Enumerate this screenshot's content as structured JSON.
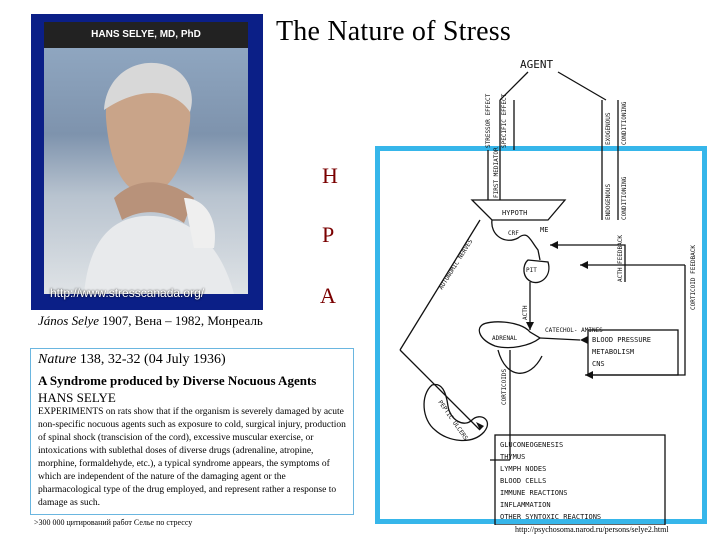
{
  "title": "The Nature of Stress",
  "photo": {
    "banner": "HANS SELYE, MD, PhD",
    "url": "http://www.stresscanada.org/"
  },
  "hpa": {
    "h": "H",
    "p": "P",
    "a": "A"
  },
  "caption": {
    "name": "János Selye",
    "rest": " 1907, Вена – 1982, Монреаль"
  },
  "citation": {
    "journal": "Nature",
    "ref": " 138, 32-32 (04 July 1936)",
    "title": "A Syndrome produced by Diverse Nocuous Agents",
    "author": "HANS SELYE",
    "body": "EXPERIMENTS on rats show that if the organism is severely damaged by acute non-specific nocuous agents such as exposure to cold, surgical injury, production of spinal shock (transcision of the cord), excessive muscular exercise, or intoxications with sublethal doses of diverse drugs (adrenaline, atropine, morphine, formaldehyde, etc.), a typical syndrome appears, the symptoms of which are independent of the nature of the damaging agent or the pharmacological type of the drug employed, and represent rather a response to damage as such.",
    "note": ">300 000 цитирований работ Селье по стрессу"
  },
  "diagram": {
    "agent": "AGENT",
    "stressor_effect": "STRESSOR EFFECT",
    "specific_effect": "SPECIFIC EFFECT",
    "exogenous": "EXOGENOUS",
    "conditioning_top": "CONDITIONING",
    "first_mediator": "FIRST MEDIATOR",
    "endogenous": "ENDOGENOUS",
    "conditioning": "CONDITIONING",
    "hypoth": "HYPOTH",
    "crf": "CRF",
    "me": "ME",
    "autonomic_nerves": "AUTONOMIC NERVES",
    "pit": "PIT",
    "acth_feedback": "ACTH FEEDBACK",
    "cortico_feedback": "CORTICOID FEEDBACK",
    "acth": "ACTH",
    "adrenal": "ADRENAL",
    "catecholamines": "CATECHOL- AMINES",
    "bp_lines": [
      "BLOOD PRESSURE",
      "METABOLISM",
      "CNS"
    ],
    "corticoids": "CORTICOIDS",
    "peptic_ulcers": "PEPTIC ULCERS",
    "outcomes": [
      "GLUCONEOGENESIS",
      "THYMUS",
      "LYMPH NODES",
      "BLOOD CELLS",
      "IMMUNE REACTIONS",
      "INFLAMMATION",
      "OTHER SYNTOXIC REACTIONS"
    ]
  },
  "source_url": "http://psychosoma.narod.ru/persons/selye2.html"
}
